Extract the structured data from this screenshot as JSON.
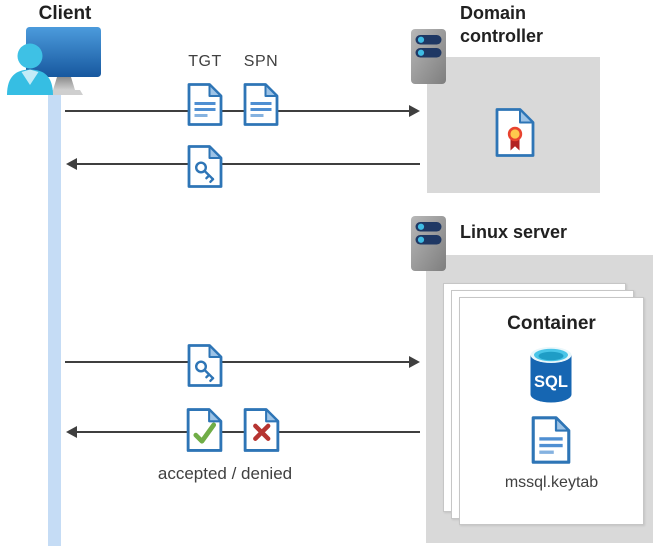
{
  "diagram": {
    "client": {
      "label": "Client"
    },
    "domain_controller": {
      "title": "Domain controller"
    },
    "linux_server": {
      "title": "Linux server"
    },
    "container": {
      "title": "Container",
      "sql_label": "SQL",
      "keytab_filename": "mssql.keytab"
    },
    "labels": {
      "tgt": "TGT",
      "spn": "SPN",
      "result": "accepted / denied"
    }
  },
  "colors": {
    "doc_border_blue": "#2E75B6",
    "doc_line_blue": "#5B9BD5",
    "fold_light_blue": "#9DC3E6",
    "accept_green": "#70AD47",
    "deny_red": "#B63431",
    "zone_gray": "#D9D9D9",
    "arrow_gray": "#3F3F3F",
    "client_lane_blue": "#C5DCF5",
    "server_bar_navy": "#1F3864",
    "server_led_cyan": "#3FBCE4",
    "sql_body_blue": "#1666B2",
    "certificate_yellow": "#FFC94D",
    "certificate_red": "#E8432F"
  }
}
